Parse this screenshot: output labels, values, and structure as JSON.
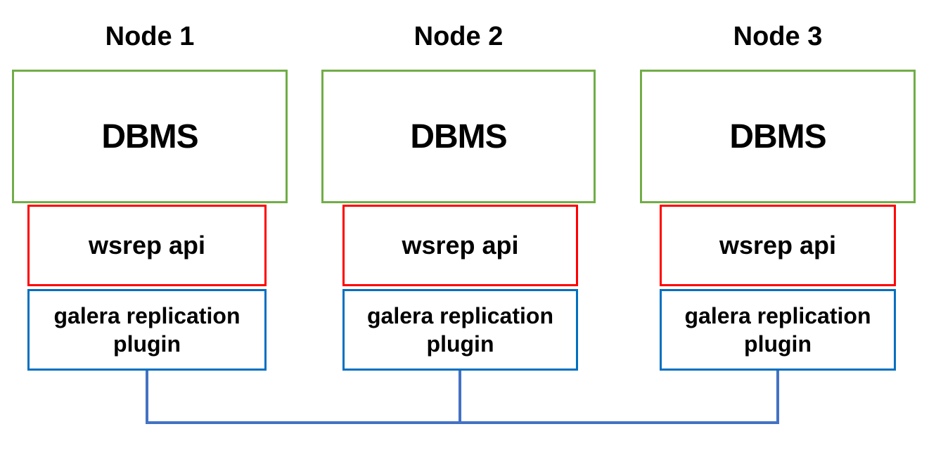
{
  "nodes": [
    {
      "title": "Node 1",
      "dbms_label": "DBMS",
      "wsrep_label": "wsrep api",
      "galera_label": "galera replication plugin"
    },
    {
      "title": "Node 2",
      "dbms_label": "DBMS",
      "wsrep_label": "wsrep api",
      "galera_label": "galera replication plugin"
    },
    {
      "title": "Node 3",
      "dbms_label": "DBMS",
      "wsrep_label": "wsrep api",
      "galera_label": "galera replication plugin"
    }
  ],
  "colors": {
    "dbms-border": "#70AD47",
    "wsrep-border": "#FF0000",
    "galera-border": "#0070C0",
    "connector": "#4472C4",
    "text": "#000000",
    "background": "#FFFFFF"
  }
}
